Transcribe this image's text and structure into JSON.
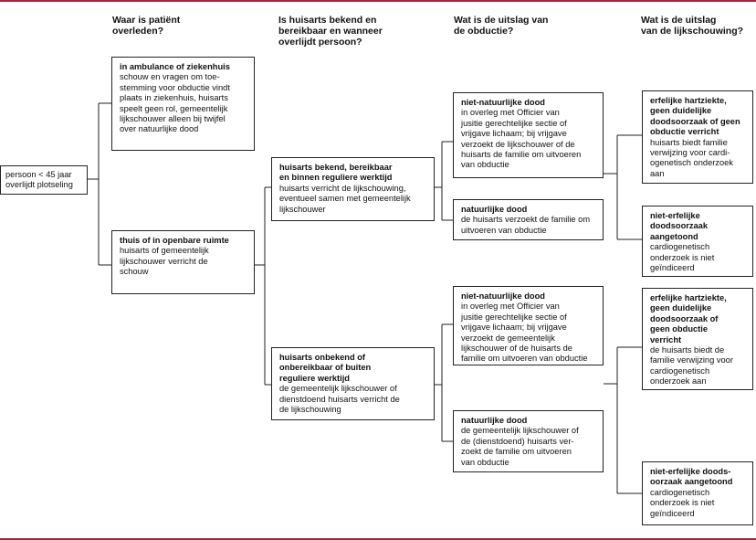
{
  "headers": {
    "col1": "Waar is patiënt\noverleden?",
    "col2": "Is huisarts bekend en\nbereikbaar en wanneer\noverlijdt persoon?",
    "col3": "Wat is de uitslag van\nde obductie?",
    "col4": "Wat is de uitslag\nvan de lijkschouwing?"
  },
  "start": {
    "text": "persoon < 45 jaar\noverlijdt plotseling"
  },
  "location": {
    "ambulance": {
      "title": "in ambulance of ziekenhuis",
      "text": "schouw en vragen om toe-\nstemming voor obductie vindt\nplaats in ziekenhuis, huisarts\nspeelt geen rol, gemeentelijk\nlijkschouwer alleen bij twijfel\nover natuurlijke dood"
    },
    "thuis": {
      "title": "thuis of in openbare ruimte",
      "text": "huisarts of gemeentelijk\nlijkschouwer verricht de\nschouw"
    }
  },
  "doctor": {
    "bekend": {
      "title": "huisarts bekend, bereikbaar\nen binnen reguliere werktijd",
      "text": "huisarts verricht de lijkschouwing,\neventueel samen met gemeentelijk\nlijkschouwer"
    },
    "onbekend": {
      "title": "huisarts onbekend of\nonbereikbaar of buiten\nreguliere werktijd",
      "text": "de gemeentelijk lijkschouwer of\ndienstdoend huisarts verricht de\nde lijkschouwing"
    }
  },
  "obduction": {
    "upper_niet": {
      "title": "niet-natuurlijke dood",
      "text": "in overleg met Officier van\njusitie gerechtelijke sectie of\nvrijgave lichaam; bij vrijgave\nverzoekt de lijkschouwer of de\nhuisarts de familie om uitvoeren\nvan obductie"
    },
    "upper_nat": {
      "title": "natuurlijke dood",
      "text": "de huisarts verzoekt de familie om\nuitvoeren van obductie"
    },
    "lower_niet": {
      "title": "niet-natuurlijke dood",
      "text": "in overleg met Officier van\njusitie gerechtelijke sectie of\nvrijgave lichaam; bij vrijgave\nverzoekt de gemeentelijk\nlijkschouwer of de huisarts de\nfamilie om uitvoeren van obductie"
    },
    "lower_nat": {
      "title": "natuurlijke dood",
      "text": "de gemeentelijk lijkschouwer of\nde (dienstdoend) huisarts ver-\nzoekt de familie om uitvoeren\nvan obductie"
    }
  },
  "result": {
    "upper_erf": {
      "title": "erfelijke hartziekte,\ngeen duidelijke\ndoodsoorzaak of geen\nobductie verricht",
      "text": "huisarts biedt familie\nverwijzing voor cardi-\nogenetisch onderzoek\naan"
    },
    "upper_niet": {
      "title": "niet-erfelijke\ndoodsoorzaak\naangetoond",
      "text": "cardiogenetisch\nonderzoek is niet\ngeïndiceerd"
    },
    "lower_erf": {
      "title": "erfelijke hartziekte,\ngeen duidelijke\ndoodsoorzaak of\ngeen obductie\nverricht",
      "text": "de huisarts biedt de\nfamilie verwijzing voor\ncardiogenetisch\nonderzoek aan"
    },
    "lower_niet": {
      "title": "niet-erfelijke doods-\noorzaak aangetoond",
      "text": "cardiogenetisch\nonderzoek is niet\ngeïndiceerd"
    }
  }
}
